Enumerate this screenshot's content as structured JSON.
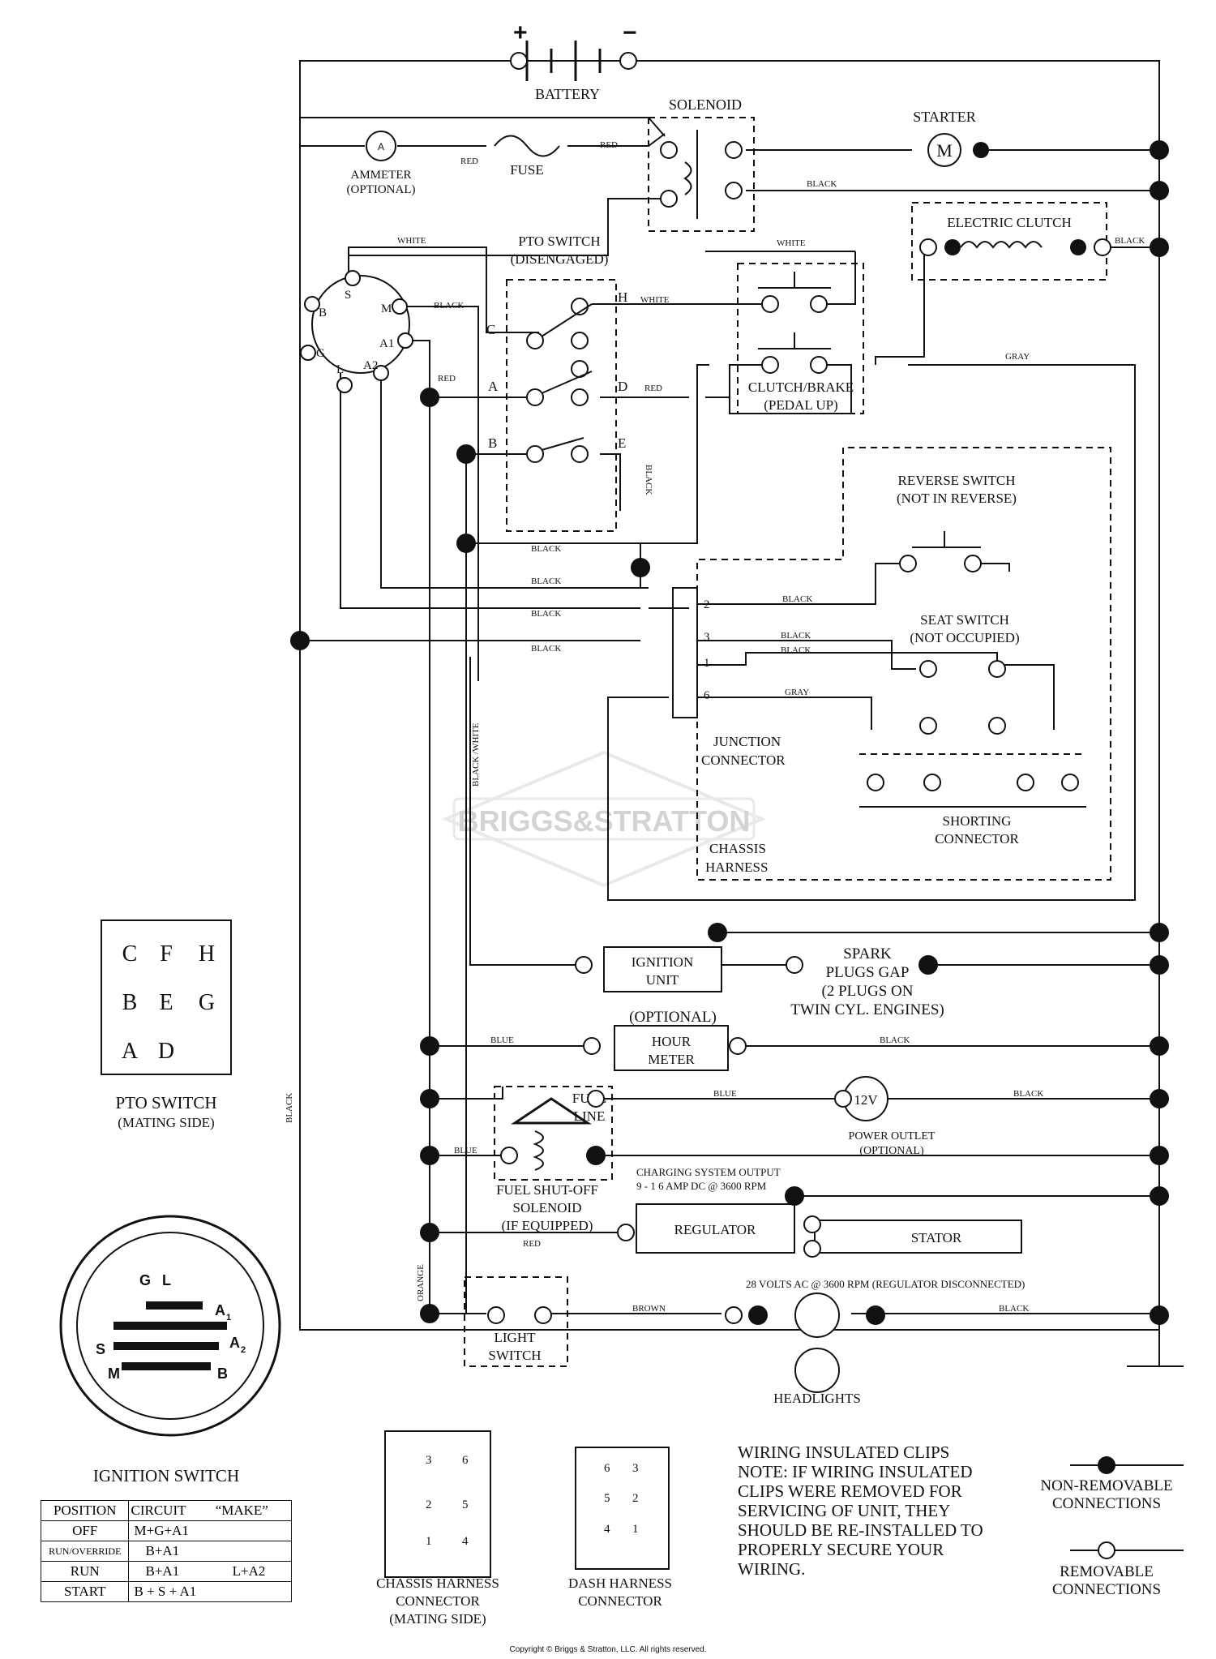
{
  "components": {
    "battery": {
      "label": "BATTERY",
      "plus": "+",
      "minus": "−"
    },
    "solenoid": {
      "label": "SOLENOID"
    },
    "starter": {
      "label": "STARTER",
      "glyph": "M"
    },
    "ammeter": {
      "label": "AMMETER",
      "sub": "(OPTIONAL)",
      "glyph": "A"
    },
    "fuse": {
      "label": "FUSE"
    },
    "electric_clutch": {
      "label": "ELECTRIC CLUTCH"
    },
    "pto_switch": {
      "label": "PTO SWITCH",
      "sub": "(DISENGAGED)",
      "terminals": {
        "c": "C",
        "h": "H",
        "a": "A",
        "d": "D",
        "b": "B",
        "e": "E"
      }
    },
    "clutch_brake": {
      "label": "CLUTCH/BRAKE",
      "sub": "(PEDAL UP)"
    },
    "ignition_terminals": {
      "s": "S",
      "b": "B",
      "m": "M",
      "g": "G",
      "a1": "A1",
      "l": "L",
      "a2": "A2"
    },
    "reverse_switch": {
      "label": "REVERSE SWITCH",
      "sub": "(NOT IN REVERSE)"
    },
    "seat_switch": {
      "label": "SEAT SWITCH",
      "sub": "(NOT OCCUPIED)"
    },
    "junction_connector": {
      "line1": "JUNCTION",
      "line2": "CONNECTOR",
      "pins": [
        "2",
        "3",
        "1",
        "6"
      ]
    },
    "shorting_connector": {
      "line1": "SHORTING",
      "line2": "CONNECTOR"
    },
    "chassis_harness": {
      "line1": "CHASSIS",
      "line2": "HARNESS"
    },
    "ignition_unit": {
      "line1": "IGNITION",
      "line2": "UNIT"
    },
    "spark_plugs": {
      "line1": "SPARK",
      "line2": "PLUGS GAP",
      "line3": "(2 PLUGS ON",
      "line4": "TWIN CYL. ENGINES)"
    },
    "hour_meter": {
      "optional": "(OPTIONAL)",
      "line1": "HOUR",
      "line2": "METER"
    },
    "fuel_solenoid": {
      "line1": "FUEL SHUT-OFF",
      "line2": "SOLENOID",
      "line3": "(IF EQUIPPED)",
      "fuel1": "FUEL",
      "fuel2": "LINE"
    },
    "power_outlet": {
      "glyph": "12V",
      "label": "POWER OUTLET",
      "sub": "(OPTIONAL)"
    },
    "charging": {
      "line1": "CHARGING SYSTEM OUTPUT",
      "line2": "9 - 1 6 AMP DC @ 3600 RPM"
    },
    "regulator": {
      "label": "REGULATOR"
    },
    "stator": {
      "label": "STATOR"
    },
    "ac_note": "28 VOLTS AC @ 3600 RPM (REGULATOR DISCONNECTED)",
    "light_switch": {
      "line1": "LIGHT",
      "line2": "SWITCH"
    },
    "headlights": {
      "label": "HEADLIGHTS"
    }
  },
  "wire_labels": {
    "red1": "RED",
    "red2": "RED",
    "black_starter": "BLACK",
    "white_top": "WHITE",
    "white_h": "WHITE",
    "white_clutch": "WHITE",
    "black_clutch": "BLACK",
    "black_m": "BLACK",
    "red_a": "RED",
    "red_d": "RED",
    "gray_top": "GRAY",
    "black_e": "BLACK",
    "black_r1": "BLACK",
    "black_r2": "BLACK",
    "black_r3": "BLACK",
    "black_r4": "BLACK",
    "black_j2": "BLACK",
    "black_j3": "BLACK",
    "black_j1": "BLACK",
    "gray_j6": "GRAY",
    "black_white": "BLACK /WHITE",
    "black_left": "BLACK",
    "blue_hour": "BLUE",
    "black_hour": "BLACK",
    "blue_outlet": "BLUE",
    "black_outlet": "BLACK",
    "blue_fuel": "BLUE",
    "red_reg": "RED",
    "orange": "ORANGE",
    "brown": "BROWN",
    "black_light": "BLACK"
  },
  "pto_mating": {
    "label": "PTO SWITCH",
    "sub": "(MATING SIDE)",
    "letters": [
      "C",
      "F",
      "H",
      "B",
      "E",
      "G",
      "A",
      "D"
    ]
  },
  "ignition_switch": {
    "label": "IGNITION SWITCH",
    "face_letters": {
      "g": "G",
      "l": "L",
      "a1": "A",
      "a2": "A",
      "s": "S",
      "m": "M",
      "b": "B",
      "sub1": "1",
      "sub2": "2"
    },
    "table": {
      "headers": [
        "POSITION",
        "CIRCUIT",
        "“MAKE”"
      ],
      "rows": [
        {
          "position": "OFF",
          "circuit": "M+G+A1",
          "extra": ""
        },
        {
          "position": "RUN/OVERRIDE",
          "circuit": "B+A1",
          "extra": ""
        },
        {
          "position": "RUN",
          "circuit": "B+A1",
          "extra": "L+A2"
        },
        {
          "position": "START",
          "circuit": "B + S + A1",
          "extra": ""
        }
      ]
    }
  },
  "chassis_connector": {
    "line1": "CHASSIS HARNESS",
    "line2": "CONNECTOR",
    "line3": "(MATING SIDE)",
    "pins": [
      "3",
      "6",
      "2",
      "5",
      "1",
      "4"
    ]
  },
  "dash_connector": {
    "line1": "DASH HARNESS",
    "line2": "CONNECTOR",
    "pins": [
      "6",
      "3",
      "5",
      "2",
      "4",
      "1"
    ]
  },
  "notes": {
    "title": "WIRING INSULATED CLIPS",
    "lines": [
      "NOTE:  IF WIRING INSULATED",
      "CLIPS WERE REMOVED FOR",
      "SERVICING OF UNIT, THEY",
      "SHOULD BE RE-INSTALLED TO",
      "PROPERLY SECURE YOUR",
      "WIRING."
    ]
  },
  "legend": {
    "non_removable": [
      "NON-REMOVABLE",
      "CONNECTIONS"
    ],
    "removable": [
      "REMOVABLE",
      "CONNECTIONS"
    ]
  },
  "watermark": "BRIGGS&STRATTON",
  "copyright": "Copyright © Briggs & Stratton, LLC. All rights reserved."
}
